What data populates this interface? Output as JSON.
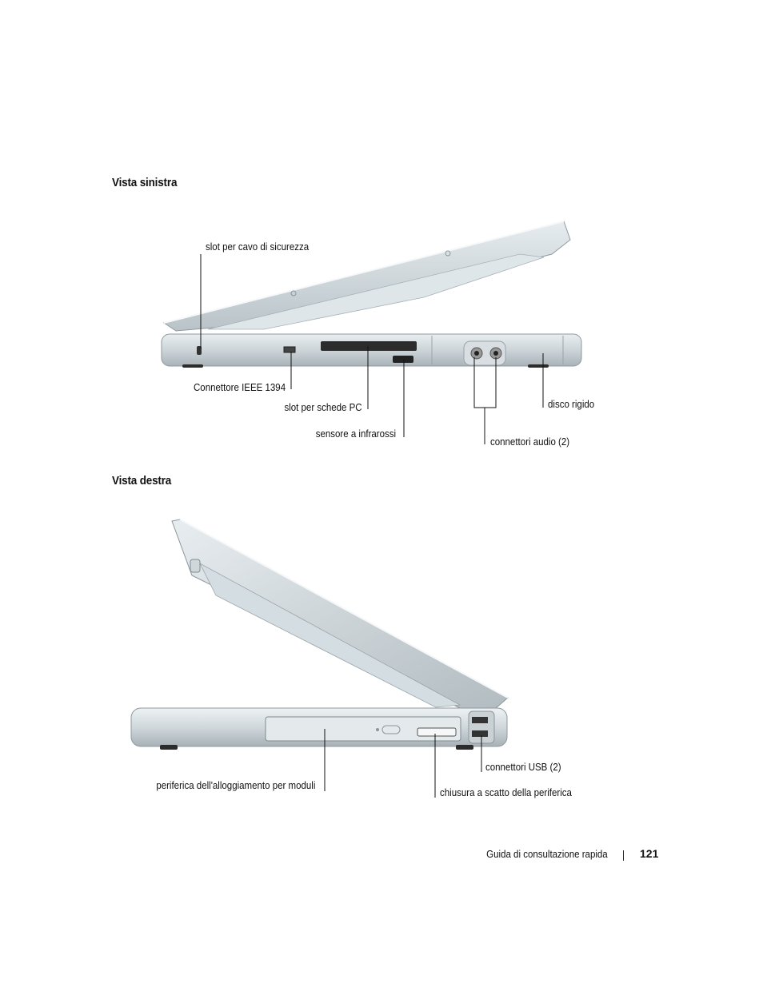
{
  "sections": {
    "left_view": {
      "title": "Vista sinistra",
      "callouts": {
        "security_slot": "slot per cavo di sicurezza",
        "ieee1394": "Connettore IEEE 1394",
        "pc_card": "slot per schede PC",
        "infrared": "sensore a infrarossi",
        "audio": "connettori audio (2)",
        "hard_drive": "disco rigido"
      }
    },
    "right_view": {
      "title": "Vista destra",
      "callouts": {
        "module_bay": "periferica dell'alloggiamento per moduli",
        "usb": "connettori USB (2)",
        "latch": "chiusura a scatto della periferica"
      }
    }
  },
  "footer": {
    "guide_title": "Guida di consultazione rapida",
    "page_number": "121"
  }
}
